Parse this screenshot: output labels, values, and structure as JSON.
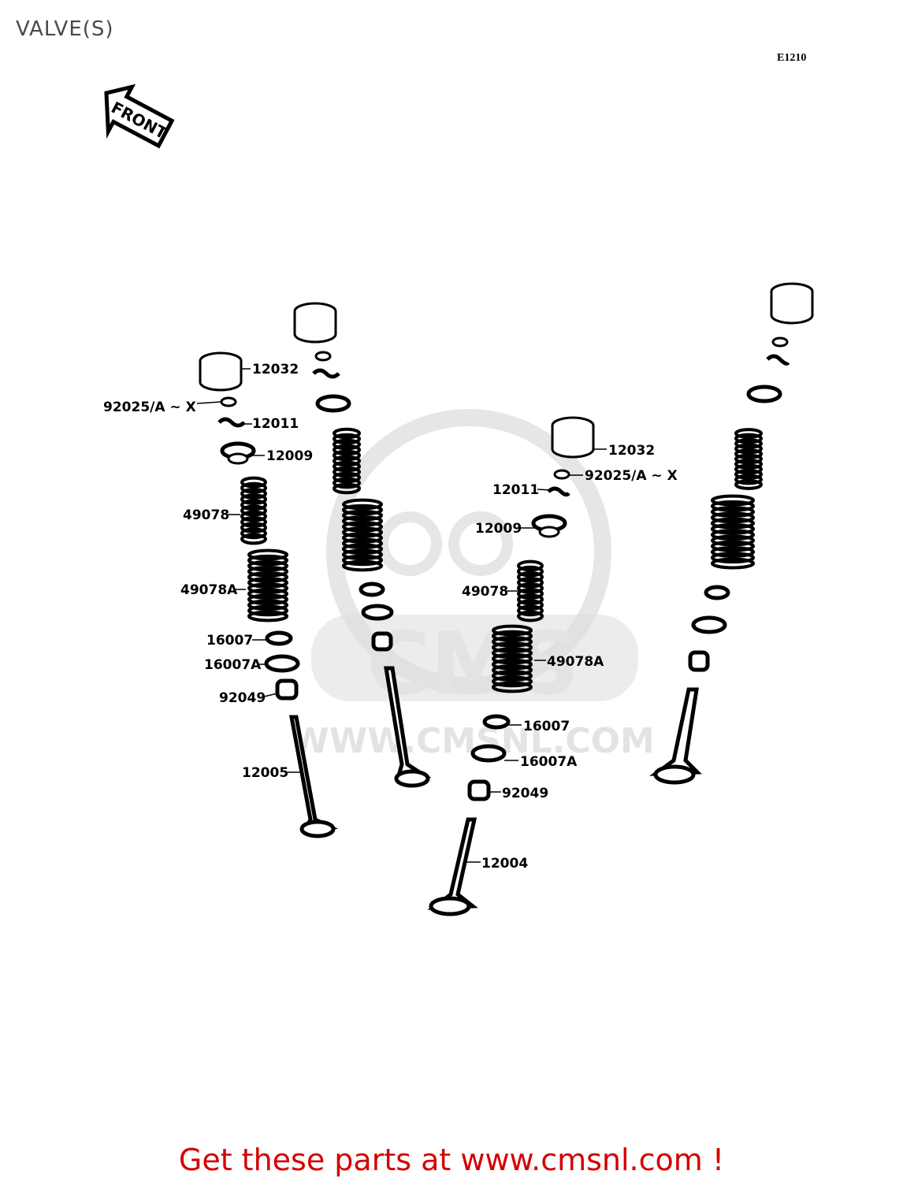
{
  "header": {
    "title": "VALVE(S)",
    "code": "E1210"
  },
  "direction": {
    "label": "FRONT"
  },
  "watermark": {
    "text": "WWW.CMSNL.COM",
    "brand": "CMS"
  },
  "labels": {
    "l12032a": "12032",
    "l92025a": "92025/A ~ X",
    "l12011a": "12011",
    "l12009a": "12009",
    "l49078a": "49078",
    "l49078Aa": "49078A",
    "l16007a": "16007",
    "l16007Aa": "16007A",
    "l92049a": "92049",
    "l12005": "12005",
    "l12032b": "12032",
    "l92025b": "92025/A ~ X",
    "l12011b": "12011",
    "l12009b": "12009",
    "l49078b": "49078",
    "l49078Ab": "49078A",
    "l16007b": "16007",
    "l16007Ab": "16007A",
    "l92049b": "92049",
    "l12004": "12004"
  },
  "footer": {
    "text": "Get these parts at www.cmsnl.com !"
  },
  "colors": {
    "footer": "#d40000",
    "watermark": "#dcdcdc",
    "title": "#4a4a4a"
  }
}
